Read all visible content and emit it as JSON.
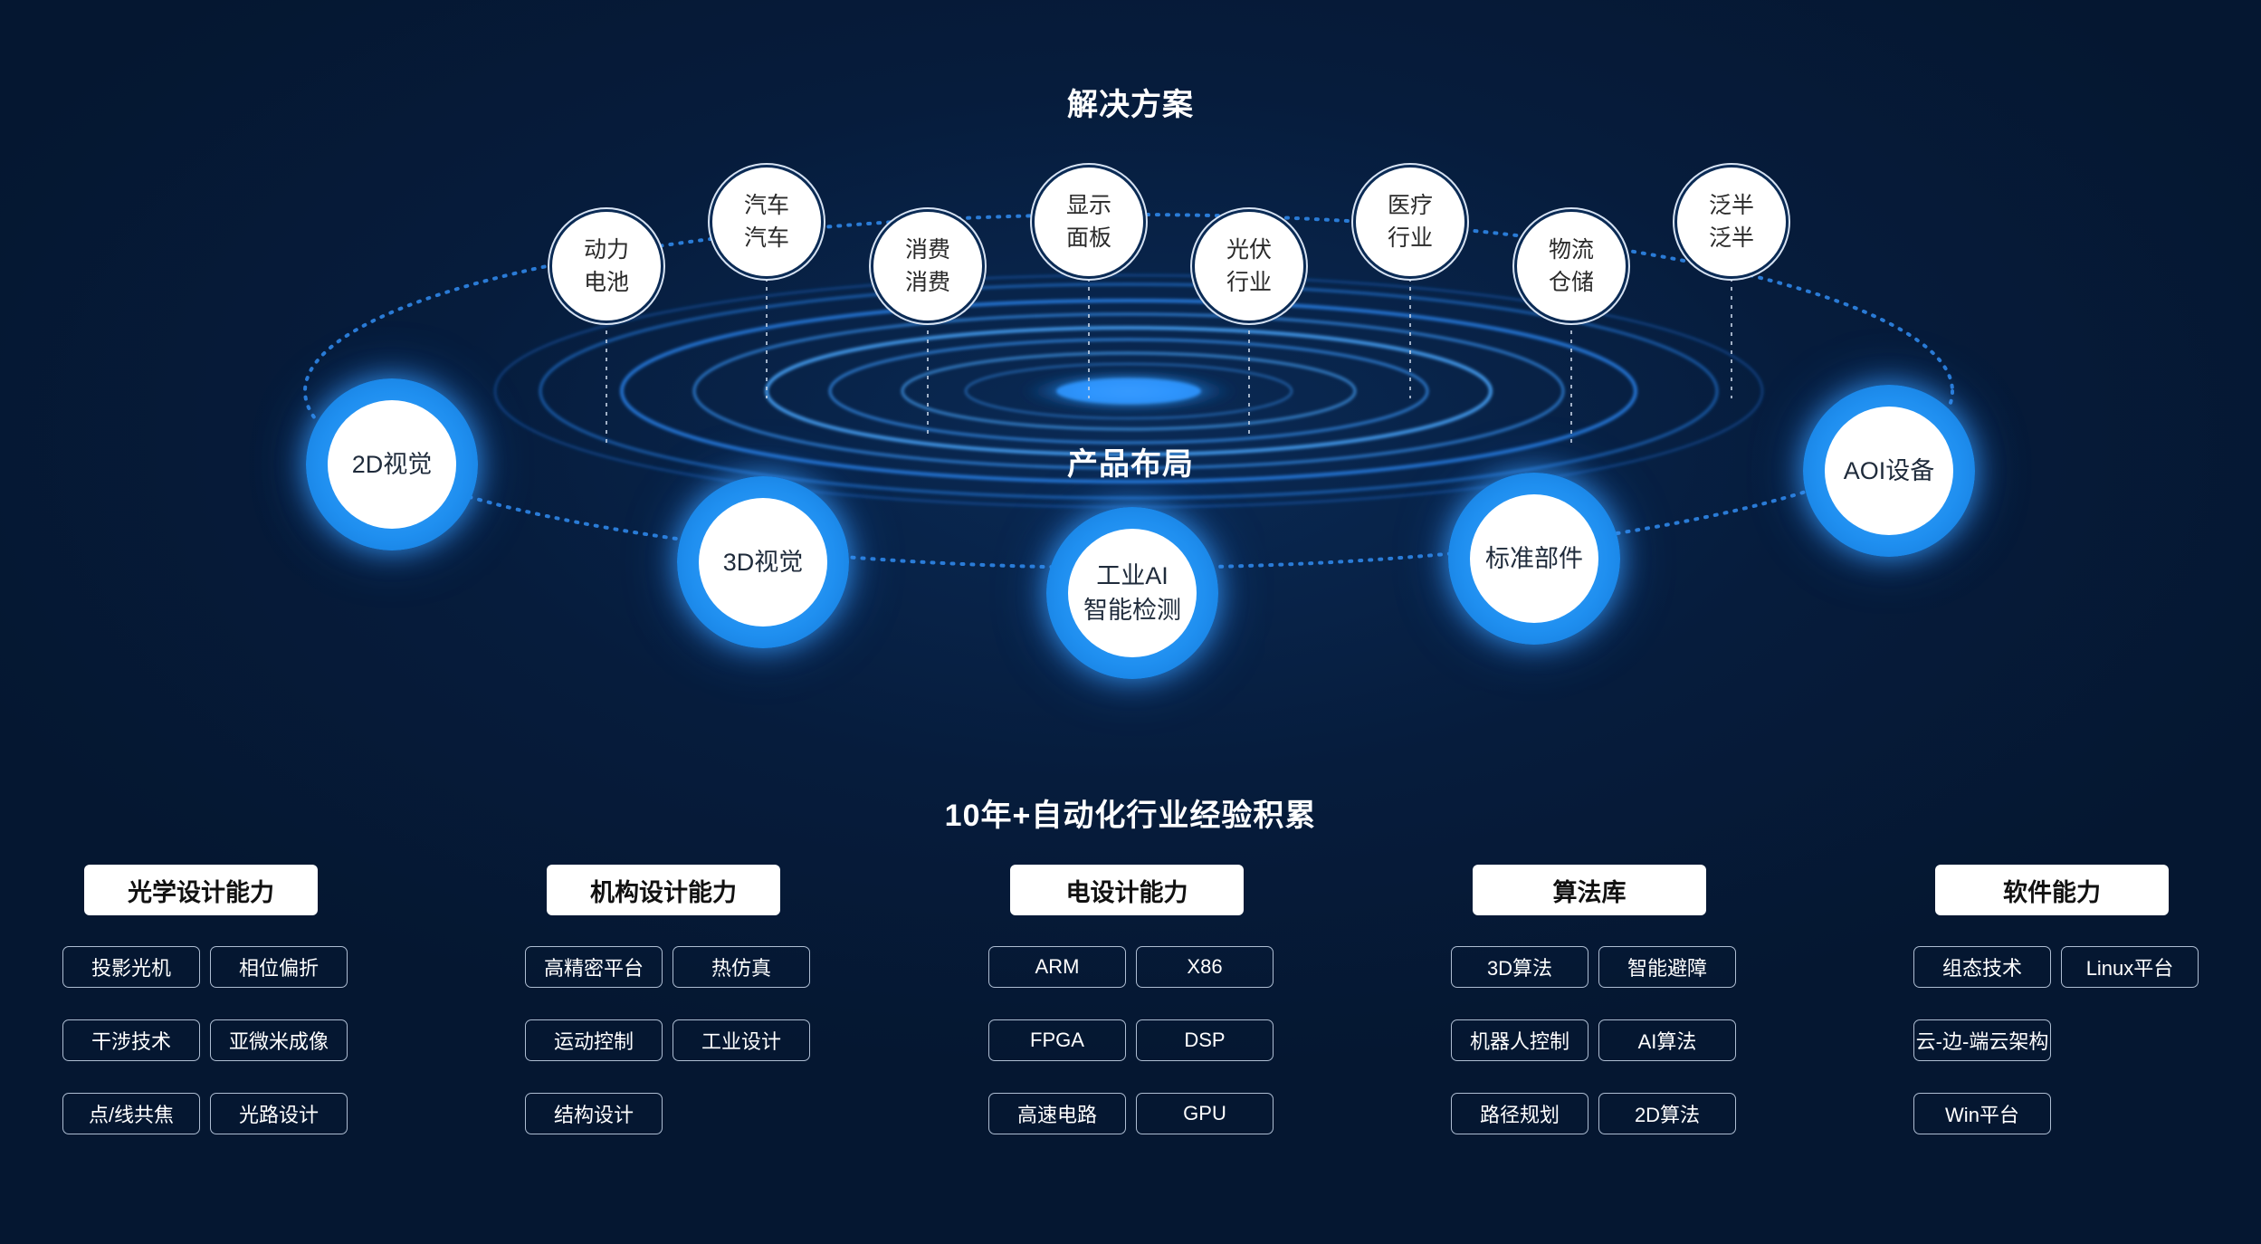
{
  "solutions_title": "解决方案",
  "product_title": "产品布局",
  "experience_title": "10年+自动化行业经验积累",
  "solutions": [
    {
      "line1": "动力",
      "line2": "电池"
    },
    {
      "line1": "汽车",
      "line2": "汽车"
    },
    {
      "line1": "消费",
      "line2": "消费"
    },
    {
      "line1": "显示",
      "line2": "面板"
    },
    {
      "line1": "光伏",
      "line2": "行业"
    },
    {
      "line1": "医疗",
      "line2": "行业"
    },
    {
      "line1": "物流",
      "line2": "仓储"
    },
    {
      "line1": "泛半",
      "line2": "泛半"
    }
  ],
  "products": [
    {
      "line1": "2D视觉",
      "line2": ""
    },
    {
      "line1": "3D视觉",
      "line2": ""
    },
    {
      "line1": "工业AI",
      "line2": "智能检测"
    },
    {
      "line1": "标准部件",
      "line2": ""
    },
    {
      "line1": "AOI设备",
      "line2": ""
    }
  ],
  "capabilities": [
    {
      "title": "光学设计能力",
      "tags": [
        "投影光机",
        "相位偏折",
        "干涉技术",
        "亚微米成像",
        "点/线共焦",
        "光路设计"
      ]
    },
    {
      "title": "机构设计能力",
      "tags": [
        "高精密平台",
        "热仿真",
        "运动控制",
        "工业设计",
        "结构设计"
      ]
    },
    {
      "title": "电设计能力",
      "tags": [
        "ARM",
        "X86",
        "FPGA",
        "DSP",
        "高速电路",
        "GPU"
      ]
    },
    {
      "title": "算法库",
      "tags": [
        "3D算法",
        "智能避障",
        "机器人控制",
        "AI算法",
        "路径规划",
        "2D算法"
      ]
    },
    {
      "title": "软件能力",
      "tags": [
        "组态技术",
        "Linux平台",
        "云-边-端云架构",
        "Win平台"
      ]
    }
  ],
  "colors": {
    "background": "#061c3c",
    "accent_blue": "#1f8ff0",
    "ring_blue": "#2f8fff",
    "tag_border": "#aebdd2"
  }
}
